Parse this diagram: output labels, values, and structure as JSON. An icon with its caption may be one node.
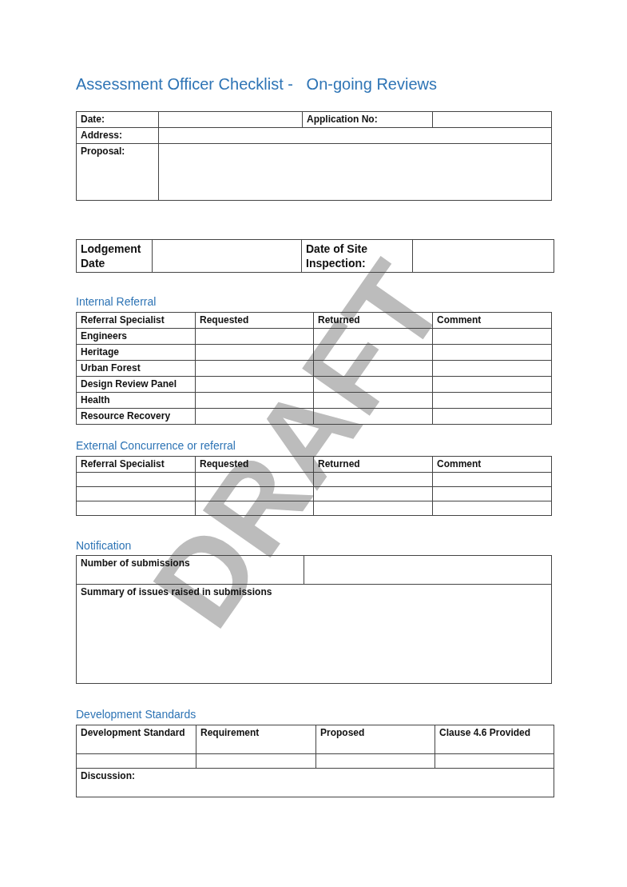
{
  "diagram": {
    "title": "Assessment Officer Checklist -   On-going Reviews",
    "labels": [
      "Date:",
      "Application No:",
      "Address:",
      "Proposal:",
      "Lodgement Date",
      "Date of Site Inspection:",
      "Internal Referral",
      "Referral Specialist",
      "Requested",
      "Returned",
      "Comment",
      "Engineers",
      "Heritage",
      "Urban Forest",
      "Design Review Panel",
      "Health",
      "Resource Recovery",
      "External Concurrence or referral",
      "Referral Specialist",
      "Requested",
      "Returned",
      "Comment",
      "Notification",
      "Number of submissions",
      "Summary of issues raised in submissions",
      "Development Standards",
      "Development Standard",
      "Requirement",
      "Proposed",
      "Clause 4.6 Provided",
      "Discussion:",
      "DRAFT"
    ]
  }
}
